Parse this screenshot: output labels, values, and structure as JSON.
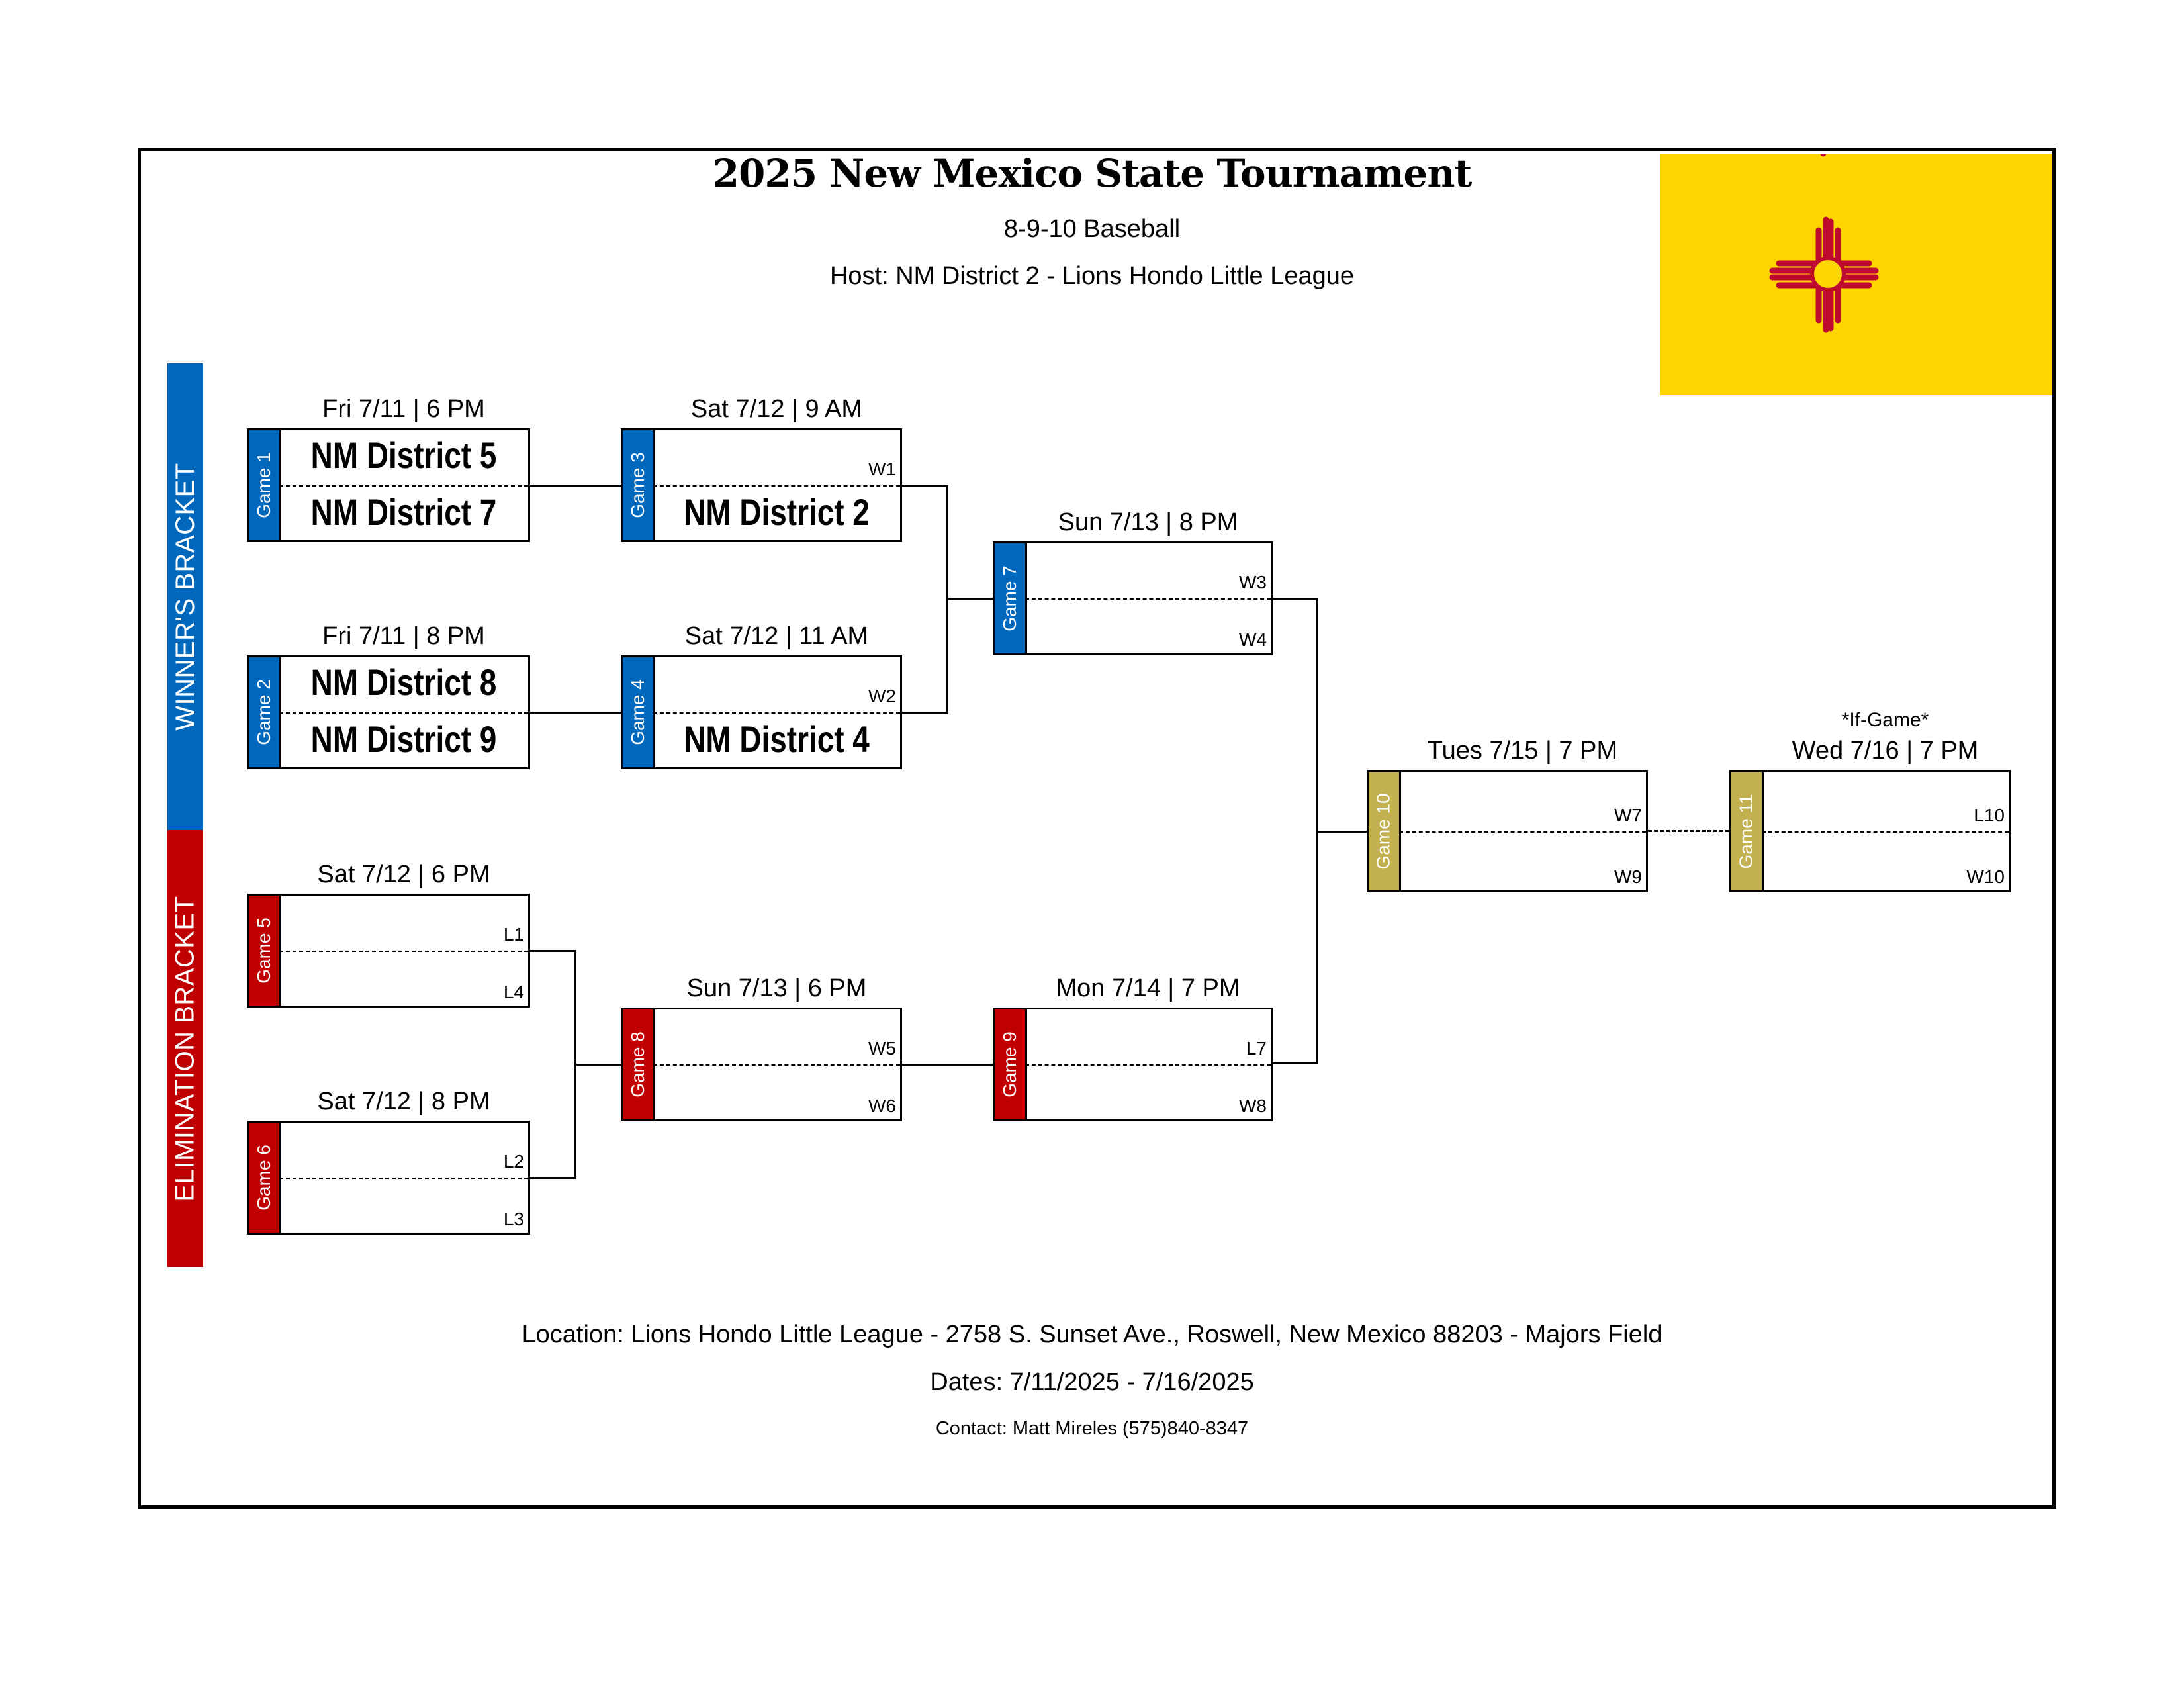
{
  "header": {
    "title": "2025 New Mexico State Tournament",
    "subtitle": "8-9-10 Baseball",
    "host": "Host: NM District 2 - Lions Hondo Little League"
  },
  "flag": {
    "icon": "zia-sun-flag-icon",
    "background": "#ffd500",
    "symbol_color": "#bf0a30"
  },
  "sections": {
    "winners": {
      "label": "WINNER'S BRACKET",
      "color": "#0068bc"
    },
    "elimination": {
      "label": "ELIMINATION BRACKET",
      "color": "#c00000"
    },
    "finals_color": "#c3b150"
  },
  "games": [
    {
      "id": "Game 1",
      "when": "Fri 7/11 | 6 PM",
      "top": "NM District 5",
      "bottom": "NM District 7"
    },
    {
      "id": "Game 2",
      "when": "Fri 7/11 | 8 PM",
      "top": "NM District 8",
      "bottom": "NM District 9"
    },
    {
      "id": "Game 3",
      "when": "Sat 7/12 | 9 AM",
      "top_slot": "W1",
      "bottom": "NM District 2"
    },
    {
      "id": "Game 4",
      "when": "Sat 7/12 | 11 AM",
      "top_slot": "W2",
      "bottom": "NM District 4"
    },
    {
      "id": "Game 5",
      "when": "Sat 7/12 | 6 PM",
      "top_slot": "L1",
      "bottom_slot": "L4"
    },
    {
      "id": "Game 6",
      "when": "Sat 7/12 | 8 PM",
      "top_slot": "L2",
      "bottom_slot": "L3"
    },
    {
      "id": "Game 7",
      "when": "Sun 7/13 | 8 PM",
      "top_slot": "W3",
      "bottom_slot": "W4"
    },
    {
      "id": "Game 8",
      "when": "Sun 7/13 | 6 PM",
      "top_slot": "W5",
      "bottom_slot": "W6"
    },
    {
      "id": "Game 9",
      "when": "Mon 7/14 | 7 PM",
      "top_slot": "L7",
      "bottom_slot": "W8"
    },
    {
      "id": "Game 10",
      "when": "Tues 7/15 | 7 PM",
      "top_slot": "W7",
      "bottom_slot": "W9"
    },
    {
      "id": "Game 11",
      "when": "Wed 7/16 | 7 PM",
      "note": "*If-Game*",
      "top_slot": "L10",
      "bottom_slot": "W10"
    }
  ],
  "footer": {
    "location": "Location: Lions Hondo Little League - 2758 S. Sunset Ave., Roswell, New Mexico 88203 - Majors Field",
    "dates": "Dates: 7/11/2025 - 7/16/2025",
    "contact": "Contact: Matt Mireles (575)840-8347"
  }
}
